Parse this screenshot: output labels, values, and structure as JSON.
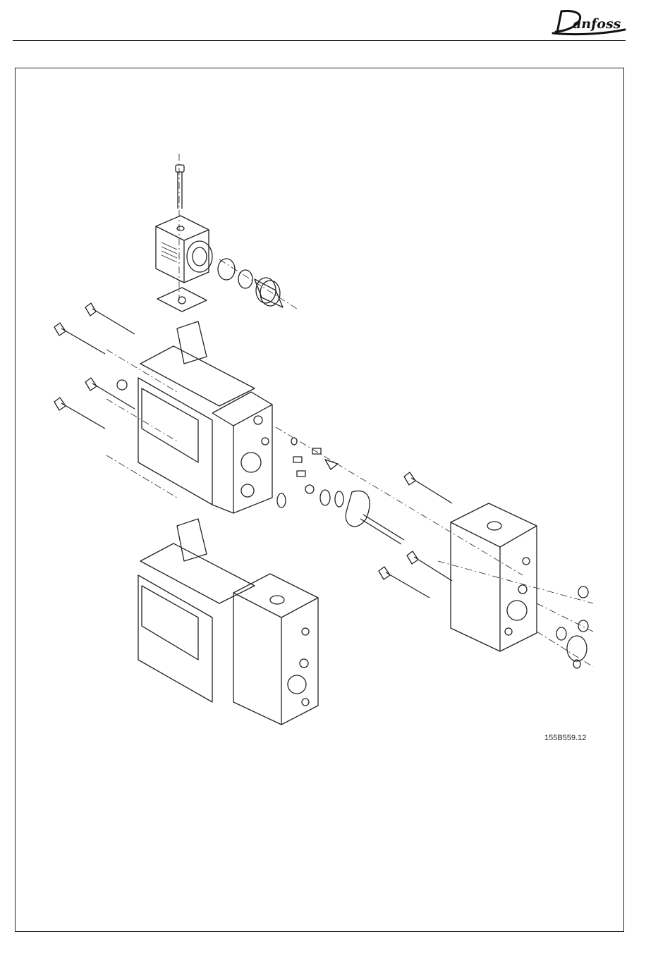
{
  "header": {
    "logo_text": "Danfoss"
  },
  "figure": {
    "code": "155B559.12"
  },
  "colors": {
    "ink": "#222222",
    "paper": "#ffffff"
  },
  "icons": [
    "danfoss-logo",
    "exploded-valve-drawing"
  ]
}
